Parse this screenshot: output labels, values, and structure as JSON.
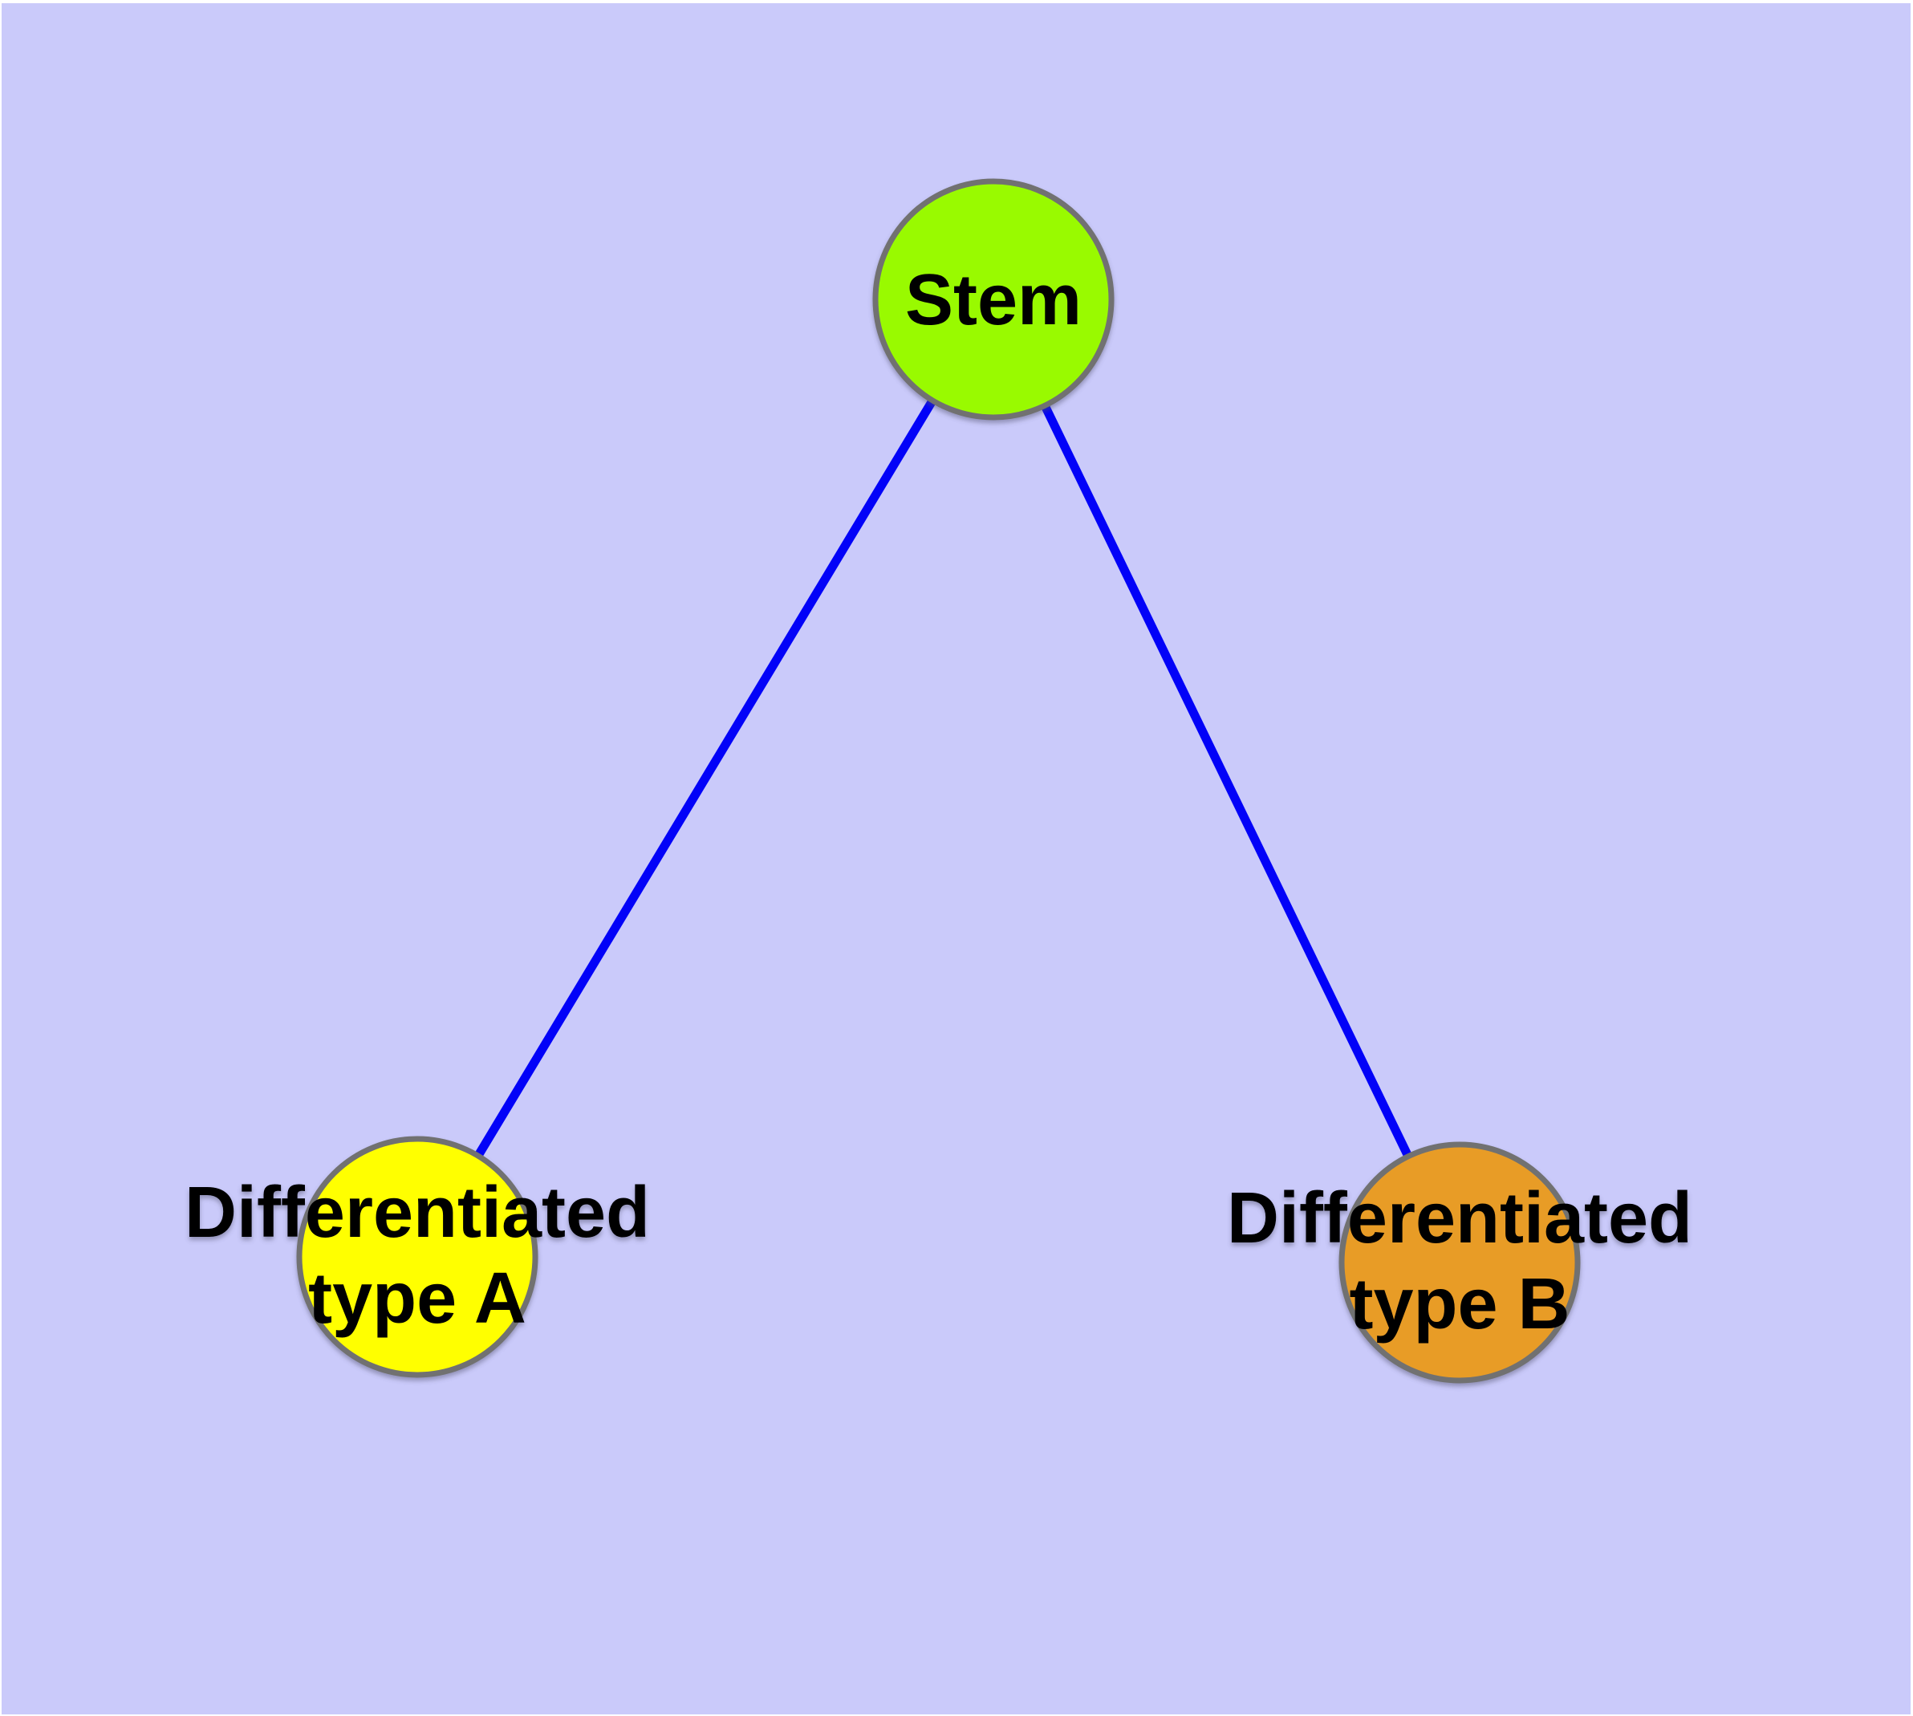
{
  "diagram": {
    "colors": {
      "plot_background": "#CACAFA",
      "margin": "#FFFFFF",
      "edge": "#0202F8",
      "node_border": "#717171",
      "label": "#000000"
    },
    "nodes": {
      "stem": {
        "label": "Stem",
        "fill": "#99FA00"
      },
      "type_a": {
        "label_line1": "Differentiated",
        "label_line2": "type A",
        "fill": "#FFFF00"
      },
      "type_b": {
        "label_line1": "Differentiated",
        "label_line2": "type B",
        "fill": "#E89C28"
      }
    },
    "edges": [
      {
        "from": "Stem",
        "to": "Differentiated type A"
      },
      {
        "from": "Stem",
        "to": "Differentiated type B"
      }
    ]
  }
}
